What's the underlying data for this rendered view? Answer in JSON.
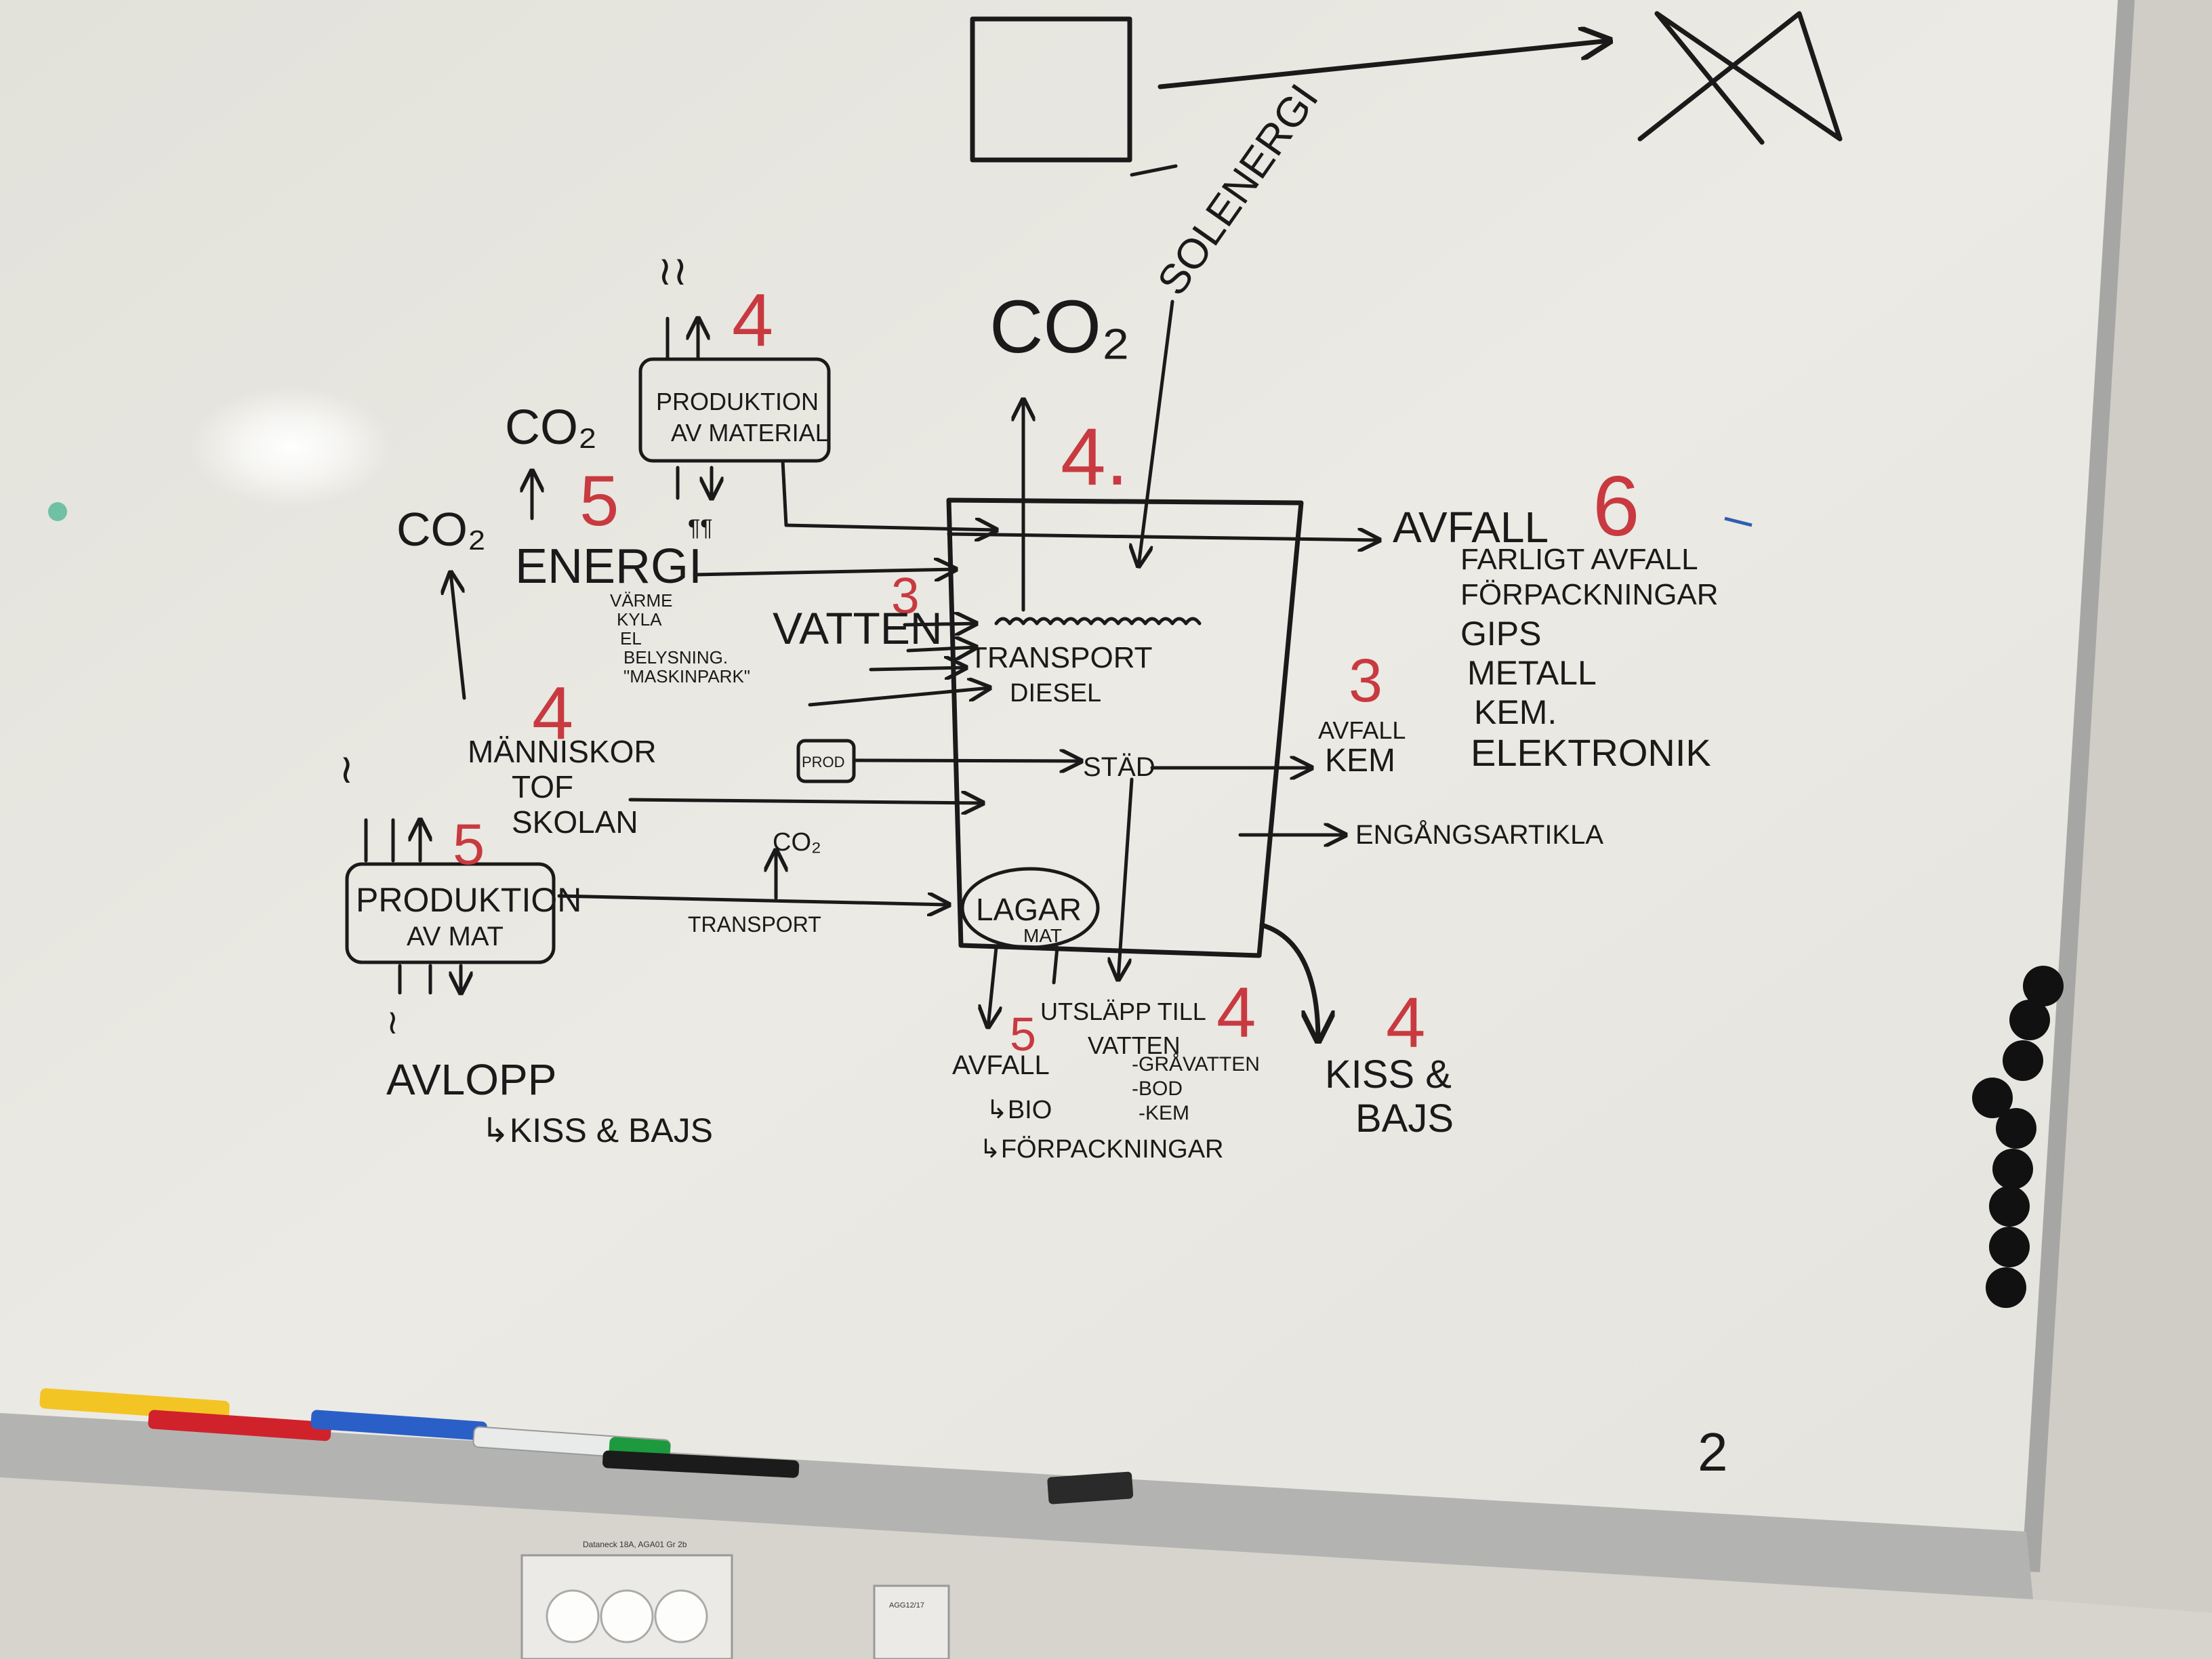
{
  "board": {
    "wall_color": "#c9c7c0",
    "board_color": "#e9e8e2",
    "frame_color": "#a6a7a5",
    "ink_color": "#1a1a1a",
    "red_marker_color": "#c83a40"
  },
  "labels": {
    "solenergi": "SOLENERGI",
    "co2_top": "CO₂",
    "co2_material": "CO₂",
    "co2_energi": "CO₂",
    "co2_transport": "CO₂",
    "produktion_material": "PRODUKTION\nAV MATERIAL",
    "energi": "ENERGI",
    "energi_sub": "VÄRME\nKYLA\nEL\nBELYSNING\n\"MASKINPARK\"",
    "vatten": "VATTEN",
    "transport": "TRANSPORT",
    "diesel": "DIESEL",
    "manniskor": "MÄNNISKOR\nTOF\nSKOLAN",
    "prod": "PROD",
    "stad": "STÄD",
    "lagar_mat": "LAGAR\nMAT",
    "produktion_mat": "PRODUKTION\nAV MAT",
    "transport_arrow": "TRANSPORT",
    "avlopp": "AVLOPP",
    "kiss_baj_left": "↳KISS & BAJS",
    "avfall_top": "AVFALL",
    "avfall_list": "FARLIGT AVFALL\nFÖRPACKNINGAR\nGIPS\nMETALL\nKEM.\nELEKTRONIK",
    "avfall_kem": "AVFALL\nKEM",
    "engangsartikla": "ENGÅNGSARTIKLA",
    "avfall_bottom": "AVFALL",
    "avfall_bottom_sub": "↳BIO\n↳FÖRPACKNINGAR",
    "utslapp": "UTSLÄPP TILL\nVATTEN",
    "utslapp_sub": "-GRÅVATTEN\n-BOD\n-KEM",
    "kiss_baj_right": "KISS &\nBAJS",
    "corner_mark": "2",
    "wall_label": "Dataneck 18A, AGA01 Gr 2b",
    "switch_label": "AGG12/17"
  },
  "numbers": {
    "n_material": "4",
    "n_co2_top": "4.",
    "n_energi": "5",
    "n_vatten": "3",
    "n_avfall": "6",
    "n_kem": "3",
    "n_manniskor": "4",
    "n_mat": "5",
    "n_lagar": "5",
    "n_utslapp": "4",
    "n_kiss": "4"
  },
  "markers": [
    {
      "name": "yellow-marker",
      "color": "#f2c524"
    },
    {
      "name": "red-marker",
      "color": "#d0222b"
    },
    {
      "name": "blue-marker",
      "color": "#2a5fc8"
    },
    {
      "name": "green-marker",
      "color": "#1c9a3d"
    },
    {
      "name": "eraser",
      "color": "#2a2a2a"
    }
  ]
}
